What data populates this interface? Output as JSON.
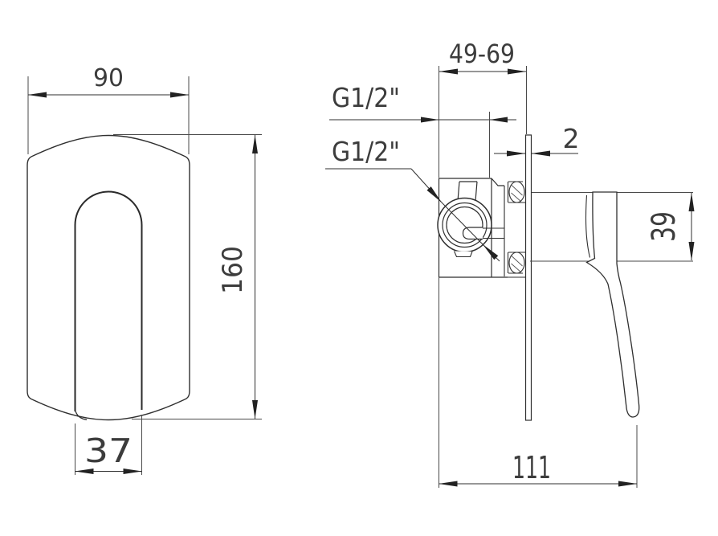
{
  "front_view": {
    "width_label": "90",
    "height_label": "160",
    "cutout_width_label": "37"
  },
  "side_view": {
    "depth_range_label": "49-69",
    "outlet_thread_label": "G1/2\"",
    "inlet_thread_label": "G1/2\"",
    "plate_thickness_label": "2",
    "trim_diameter_label": "39",
    "total_depth_label": "111"
  }
}
